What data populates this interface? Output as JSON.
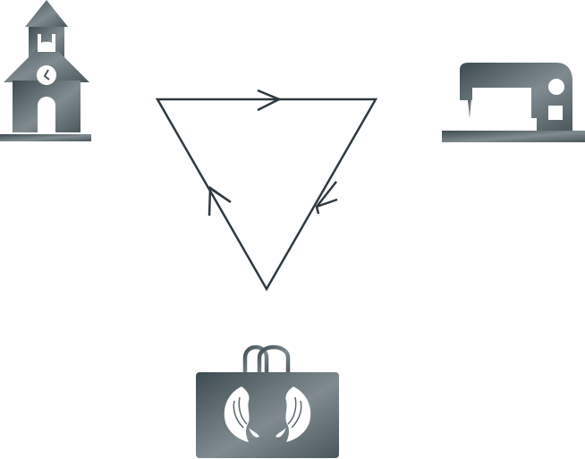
{
  "diagram": {
    "nodes": [
      {
        "id": "school",
        "icon": "schoolhouse-icon"
      },
      {
        "id": "sewing",
        "icon": "sewing-machine-icon"
      },
      {
        "id": "bag",
        "icon": "shopping-bag-with-wings-icon"
      }
    ],
    "flow": [
      "school",
      "sewing",
      "bag",
      "school"
    ],
    "direction": "clockwise",
    "colors": {
      "icon_gradient_start": "#3d4c52",
      "icon_gradient_mid": "#7f8b90",
      "icon_gradient_end": "#4a575c",
      "triangle_stroke": "#2d3a40",
      "background": "#ffffff"
    }
  }
}
